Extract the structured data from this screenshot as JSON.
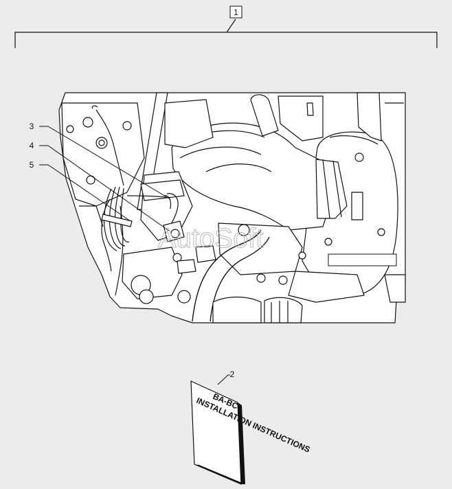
{
  "callouts": {
    "kit": "1",
    "booklet": "2",
    "c3": "3",
    "c4": "4",
    "c5": "5"
  },
  "watermark": "AutoSoft",
  "booklet": {
    "line1": "BA-BC",
    "line2": "INSTALLATION INSTRUCTIONS"
  },
  "colors": {
    "background": "#ececec",
    "line": "#111111",
    "fill": "#ffffff"
  }
}
